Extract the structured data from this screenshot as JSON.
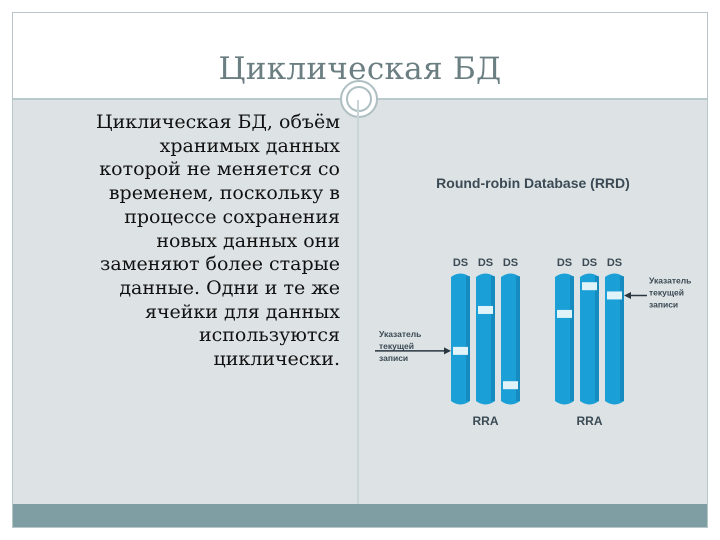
{
  "slide": {
    "title": "Циклическая БД",
    "body_lines": [
      "Циклическая БД, объём",
      "хранимых данных",
      "которой не меняется со",
      "временем, поскольку в",
      "процессе сохранения",
      "новых данных они",
      "заменяют более старые",
      "данные. Одни и те же",
      "ячейки для данных",
      "используются",
      "циклически."
    ]
  },
  "diagram": {
    "title": "Round-robin Database (RRD)",
    "column_label": "DS",
    "groups": [
      {
        "label": "RRA",
        "pointer_fraction": [
          0.59,
          0.28,
          0.85
        ]
      },
      {
        "label": "RRA",
        "pointer_fraction": [
          0.31,
          0.1,
          0.17
        ]
      }
    ],
    "pointer_left_lines": [
      "Указатель",
      "текущей",
      "записи"
    ],
    "pointer_right_lines": [
      "Указатель",
      "текущей",
      "записи"
    ],
    "colors": {
      "column_fill": "#1a9fd6",
      "column_shade": "#147fb0",
      "marker": "#dff3f9",
      "arrow": "#2a3640",
      "text": "#3b4a54"
    }
  }
}
